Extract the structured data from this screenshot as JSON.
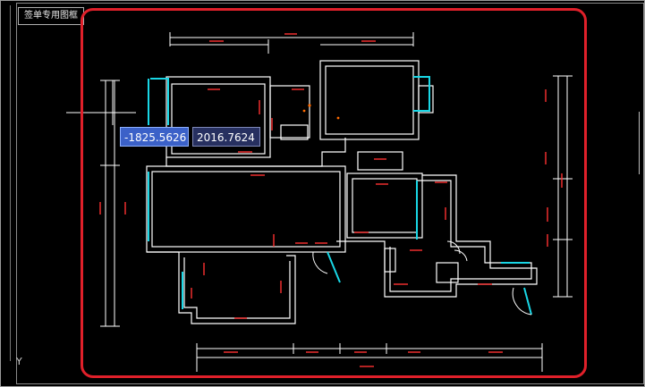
{
  "app": {
    "title_block": "签单专用图框",
    "ucs_label": "Y"
  },
  "coordinate_input": {
    "x_value": "-1825.5626",
    "y_value": "2016.7624"
  },
  "colors": {
    "background": "#000000",
    "walls": "#ffffff",
    "dimension_text": "#ff3030",
    "windows": "#19d7e6",
    "highlight": "#e0202a",
    "input_active": "#3b61c8",
    "input_inactive": "#273060"
  }
}
